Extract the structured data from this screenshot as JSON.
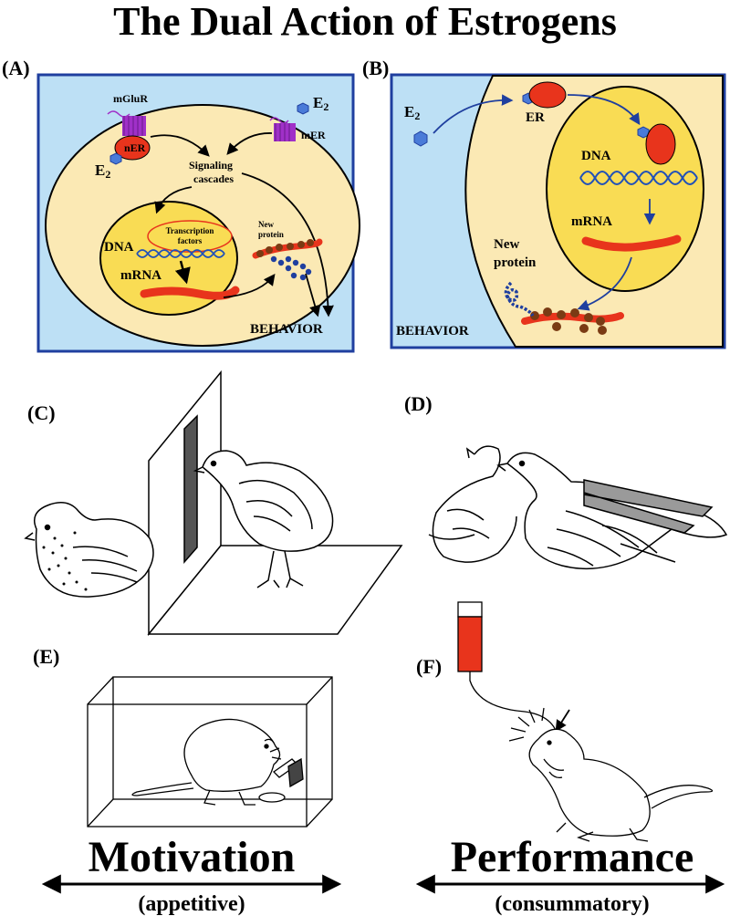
{
  "title": "The Dual Action of Estrogens",
  "panels": {
    "a": "(A)",
    "b": "(B)",
    "c": "(C)",
    "d": "(D)",
    "e": "(E)",
    "f": "(F)"
  },
  "panel_a": {
    "mglur": "mGluR",
    "ner": "nER",
    "e2_left": "E",
    "e2_right": "E",
    "e2_sub": "2",
    "mer": "mER",
    "signaling": "Signaling",
    "cascades": "cascades",
    "transcription": "Transcription",
    "factors": "factors",
    "dna": "DNA",
    "mrna": "mRNA",
    "new": "New",
    "protein": "protein",
    "behavior": "BEHAVIOR"
  },
  "panel_b": {
    "e2": "E",
    "e2_sub": "2",
    "er": "ER",
    "dna": "DNA",
    "mrna": "mRNA",
    "new": "New",
    "protein": "protein",
    "behavior": "BEHAVIOR"
  },
  "bottom": {
    "motivation": "Motivation",
    "appetitive": "(appetitive)",
    "performance": "Performance",
    "consummatory": "(consummatory)"
  },
  "colors": {
    "blue_bg": "#bde0f5",
    "border": "#1f3f9f",
    "cell": "#fbe9b4",
    "nucleus": "#f9dc54",
    "red": "#e8341c",
    "purple": "#a030c8",
    "dna_blue": "#2050b8",
    "protein_brown": "#7a3b14"
  }
}
